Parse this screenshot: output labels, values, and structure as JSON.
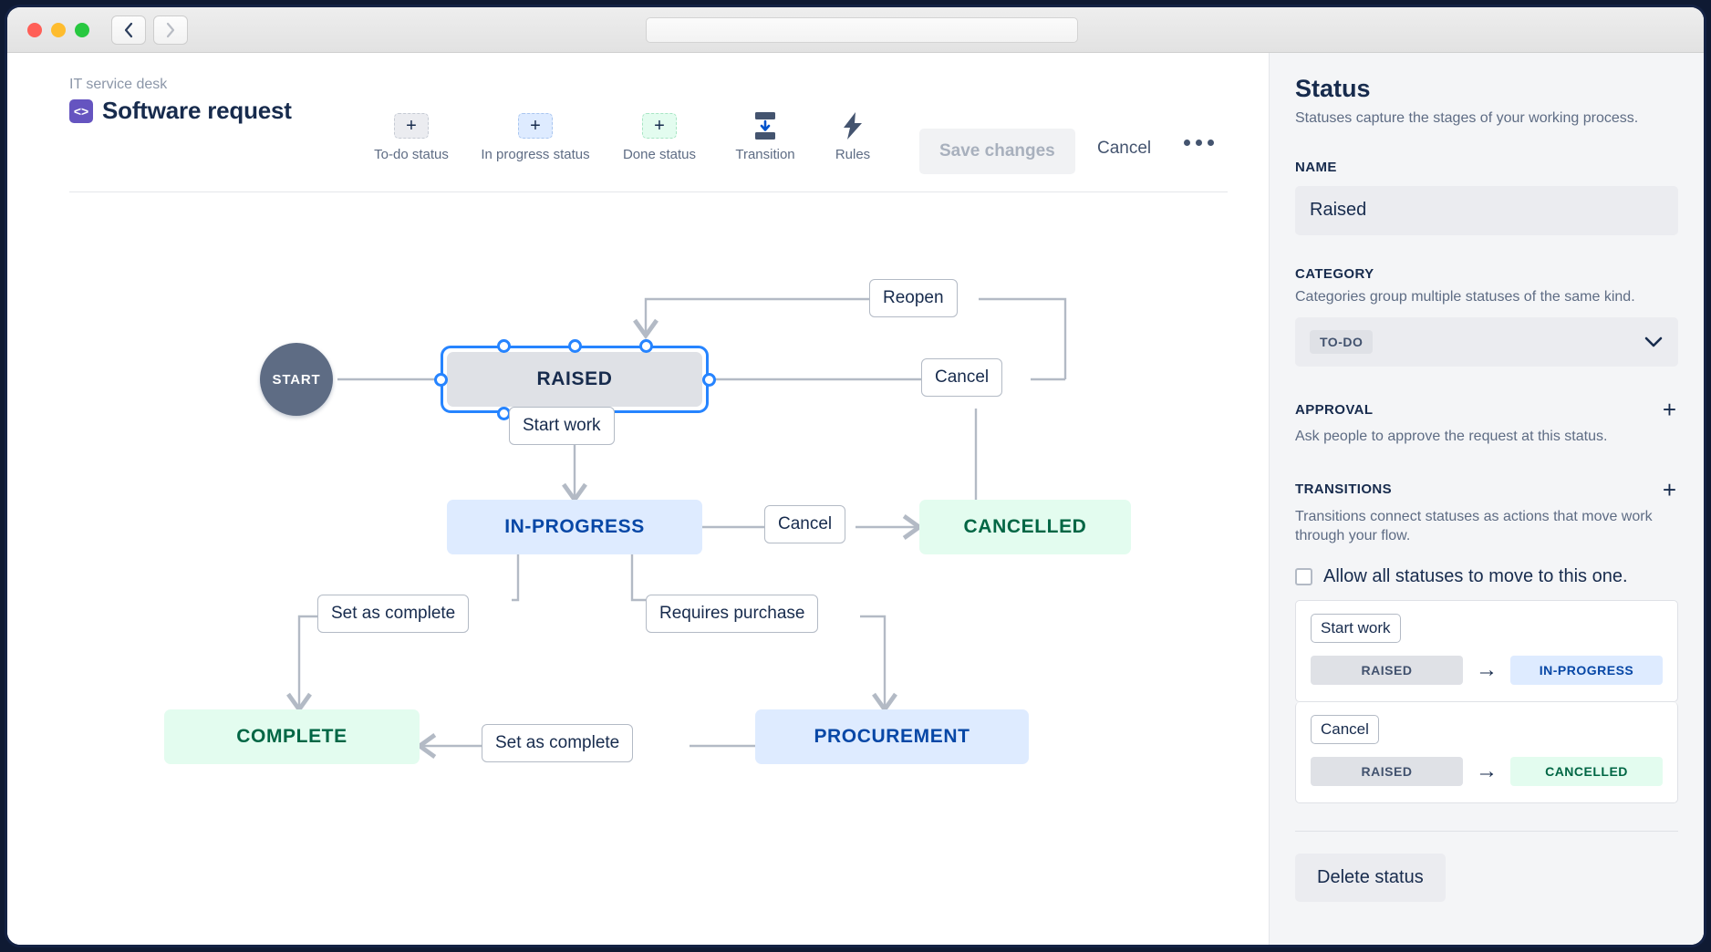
{
  "window": {
    "traffic_lights": [
      "close",
      "minimize",
      "maximize"
    ],
    "back_label": "back",
    "forward_label": "forward",
    "address_value": ""
  },
  "header": {
    "breadcrumb": "IT service desk",
    "project_icon": "<>",
    "project_name": "Software request",
    "tools": [
      {
        "name": "todo-status",
        "icon": "+",
        "label": "To-do status",
        "style": "todo"
      },
      {
        "name": "in-progress-status",
        "icon": "+",
        "label": "In progress status",
        "style": "inprog"
      },
      {
        "name": "done-status",
        "icon": "+",
        "label": "Done status",
        "style": "done"
      },
      {
        "name": "transition",
        "icon": "transition-icon",
        "label": "Transition",
        "style": "icon"
      },
      {
        "name": "rules",
        "icon": "lightning-icon",
        "label": "Rules",
        "style": "icon"
      }
    ],
    "save_label": "Save changes",
    "save_disabled": true,
    "cancel_label": "Cancel",
    "more_label": "more-options"
  },
  "diagram": {
    "start_label": "START",
    "nodes": [
      {
        "id": "raised",
        "label": "RAISED",
        "category": "todo",
        "selected": true
      },
      {
        "id": "in-progress",
        "label": "IN-PROGRESS",
        "category": "inprog",
        "selected": false
      },
      {
        "id": "cancelled",
        "label": "CANCELLED",
        "category": "done",
        "selected": false
      },
      {
        "id": "complete",
        "label": "COMPLETE",
        "category": "done",
        "selected": false
      },
      {
        "id": "procurement",
        "label": "PROCUREMENT",
        "category": "inprog",
        "selected": false
      }
    ],
    "transitions": [
      {
        "id": "reopen",
        "label": "Reopen",
        "from": "complete",
        "to": "raised"
      },
      {
        "id": "cancel-raised",
        "label": "Cancel",
        "from": "raised",
        "to": "cancelled"
      },
      {
        "id": "start-work",
        "label": "Start work",
        "from": "raised",
        "to": "in-progress"
      },
      {
        "id": "cancel-inprogress",
        "label": "Cancel",
        "from": "in-progress",
        "to": "cancelled"
      },
      {
        "id": "set-as-complete-1",
        "label": "Set as complete",
        "from": "in-progress",
        "to": "complete"
      },
      {
        "id": "requires-purchase",
        "label": "Requires purchase",
        "from": "in-progress",
        "to": "procurement"
      },
      {
        "id": "set-as-complete-2",
        "label": "Set as complete",
        "from": "procurement",
        "to": "complete"
      }
    ]
  },
  "panel": {
    "title": "Status",
    "subtitle": "Statuses capture the stages of your working process.",
    "name_label": "NAME",
    "name_value": "Raised",
    "category_label": "CATEGORY",
    "category_hint": "Categories group multiple statuses of the same kind.",
    "category_value": "TO-DO",
    "chevron": "chevron-down-icon",
    "approval_label": "APPROVAL",
    "approval_hint": "Ask people to approve the request at this status.",
    "approval_add": "+",
    "transitions_label": "TRANSITIONS",
    "transitions_hint": "Transitions connect statuses as actions that move work through your flow.",
    "transitions_add": "+",
    "allow_all_label": "Allow all statuses to move to this one.",
    "allow_all_checked": false,
    "transition_cards": [
      {
        "name": "Start work",
        "from": "RAISED",
        "from_style": "todo",
        "arrow": "→",
        "to": "IN-PROGRESS",
        "to_style": "inprog"
      },
      {
        "name": "Cancel",
        "from": "RAISED",
        "from_style": "todo",
        "arrow": "→",
        "to": "CANCELLED",
        "to_style": "done"
      }
    ],
    "delete_label": "Delete status"
  },
  "colors": {
    "accent": "#2684ff",
    "todo_bg": "#dfe1e6",
    "inprogress_bg": "#deebff",
    "inprogress_text": "#0747a6",
    "done_bg": "#e3fcef",
    "done_text": "#006644",
    "start_circle": "#5e6c84",
    "panel_bg": "#f4f5f7",
    "project_icon_bg": "#6554c0"
  }
}
